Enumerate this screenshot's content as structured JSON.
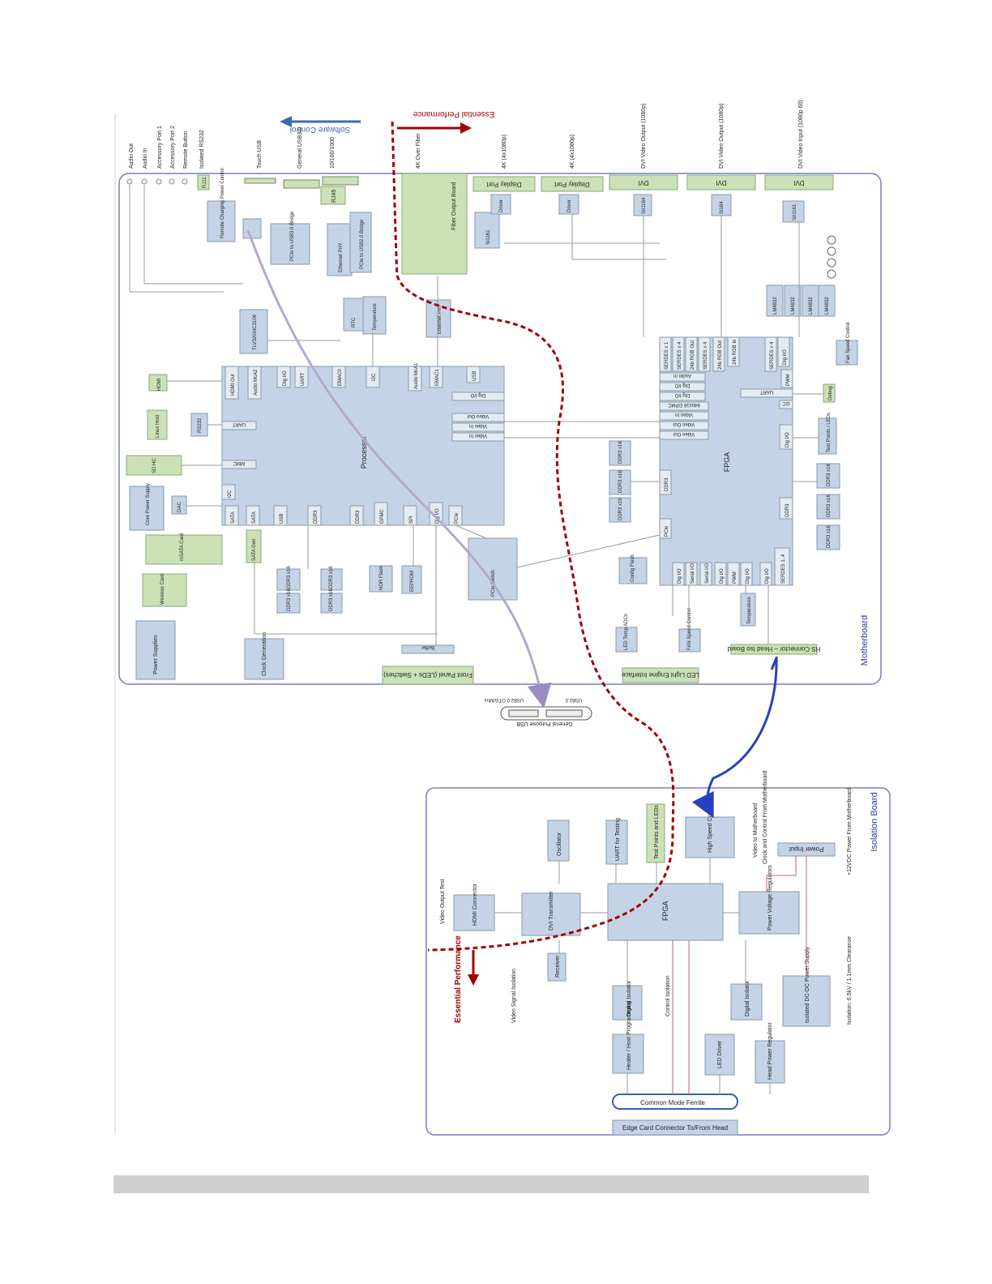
{
  "labels": {
    "software_control": "Software Control",
    "essential_performance": "Essential Performance",
    "motherboard": "Motherboard",
    "isolation_board": "Isolation Board",
    "general_purpose_usb": "General Purpose USB",
    "usb_otg": "USB2.0 OTG/MIni",
    "usb2": "USB2.0"
  },
  "motherboard": {
    "top_connectors": [
      "Audio Out",
      "Audio In",
      "Accessory Port 1",
      "Accessory Port 2",
      "Remote Button",
      "Isolated RS232",
      "Touch USB",
      "General USB3.0",
      "10/100/1000",
      "4K Over Fiber",
      "4K (4x1080p)",
      "4K (4x1080p)",
      "DVI Video Output (1080p)",
      "DVI Video Output (1080p)",
      "DVI Video Input (1080p 60)"
    ],
    "top_row_blocks": [
      "RJ11",
      "RJ45",
      "Fiber Output Board",
      "Display Port",
      "Display Port",
      "DVI",
      "DVI",
      "DVI"
    ],
    "processor": {
      "title": "Processor",
      "ports_left": [
        "HDMI Out",
        "Audio McA2",
        "Dig I/O",
        "UART",
        "EMAC0",
        "I2C",
        "Audio McA1",
        "EMAC1",
        "USB"
      ],
      "ports_bottom": [
        "SATA",
        "SATA",
        "USB",
        "DDR3",
        "DDR3",
        "GPMC",
        "SPI",
        "Dig I/O",
        "PCIe"
      ],
      "ports_side": [
        "UART",
        "MMC",
        "I2C"
      ],
      "ports_right": [
        "Dig I/O",
        "Video Out",
        "Video In",
        "Video In"
      ]
    },
    "fpga": {
      "title": "FPGA",
      "ports_top": [
        "SERDES x 1",
        "SERDES x 4",
        "24b RGB Out",
        "SERDES x 4",
        "24b RGB Out",
        "24b RGB In",
        "SERDES x 4",
        "Dig I/O"
      ],
      "ports_left": [
        "Audio In",
        "Dig I/O",
        "Dig I/O",
        "64bit16 GPMC",
        "Video In",
        "Video Out",
        "Video Out"
      ],
      "ports_right": [
        "PWM",
        "UART",
        "I2C",
        "Dig I/O",
        "DDR3"
      ],
      "ports_bottom": [
        "PCIe",
        "DDR3",
        "Dig I/O",
        "Serial I/O",
        "Serial I/O",
        "Dig I/O",
        "PWM",
        "Dig I/O",
        "Dig I/O",
        "SERDES 1..4"
      ]
    },
    "blocks": [
      "Remote Charging Power Control",
      "PCIe to USB3.0 Bridge",
      "Ethernet PHY",
      "PCIe to USB2.0 Bridge",
      "SI1161",
      "SII1164",
      "SI164",
      "SII1161",
      "TLV320AIC3106",
      "RTC",
      "Temperature",
      "Ethernet PHY",
      "Driver",
      "Driver",
      "LM4832",
      "LM4832",
      "LM4832",
      "LM4832",
      "Fan Speed Control",
      "HDMI",
      "Linux Host",
      "RS232",
      "SD HC",
      "Core Power Supply",
      "DAC",
      "mSATA Card",
      "SATA Gen",
      "Wireless Card",
      "DDR3 x16",
      "DDR3 x16",
      "DDR3 x16",
      "DDR3 x16",
      "NOR Flash",
      "EEPROM",
      "PCIe Switch",
      "DDR3 x16",
      "DDR3 x16",
      "DDR3 x16",
      "Config Flash",
      "DDR3 x16",
      "DDR3 x16",
      "DDR3 x16",
      "Debug",
      "Test Points / LEDs",
      "LED Temp ADCs",
      "FAN Speed Control",
      "Temperature",
      "Buffer",
      "Power Supplies",
      "Clock Generation"
    ],
    "front_panel": "Front Panel (LEDs + Switches)",
    "led_light_engine": "LED Light Engine Interface",
    "hs_connector": "HS Connector – Head Iso Board"
  },
  "isolation": {
    "blocks": [
      "Oscillator",
      "UART for Testing",
      "Test Points and LEDs",
      "High Speed Connector",
      "HDMI Connector",
      "DVI Transmitter",
      "FPGA",
      "Power Voltage Regulators",
      "Receiver",
      "Digital Isolator",
      "Digital Isolator",
      "Isolated DC-DC Power Supply",
      "Heater / Host Programming",
      "LED Driver",
      "Head Power Regulator"
    ],
    "text": [
      "Video Output Test",
      "Video to Motherboard",
      "Clock and Control From Motherboard",
      "Power Input",
      "+12VDC Power From Motherboard",
      "Isolation: 6.5kV / 1.1mm Clearance",
      "Video Signal Isolation",
      "Control Isolation"
    ],
    "common_mode_ferrite": "Common Mode Ferrite",
    "edge_card": "Edge Card Connector To/From Head"
  },
  "colors": {
    "board_border": "#7b7bc2",
    "block_blue": "#c4d4e6",
    "block_green": "#cce1b6",
    "essential_red": "#a00000",
    "software_blue": "#3d6ab0",
    "usb_path": "#b4a8cc",
    "hs_link": "#2840c0"
  }
}
